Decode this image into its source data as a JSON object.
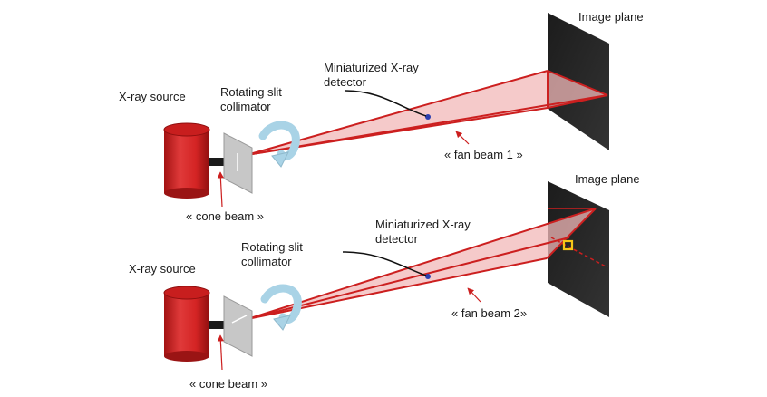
{
  "panel_top": {
    "image_plane_label": "Image plane",
    "detector_label_line1": "Miniaturized X-ray",
    "detector_label_line2": "detector",
    "source_label": "X-ray source",
    "collimator_label_line1": "Rotating slit",
    "collimator_label_line2": "collimator",
    "fan_beam_label": "« fan beam 1 »",
    "cone_beam_label": "« cone beam »"
  },
  "panel_bottom": {
    "image_plane_label": "Image plane",
    "detector_label_line1": "Miniaturized X-ray",
    "detector_label_line2": "detector",
    "source_label": "X-ray source",
    "collimator_label_line1": "Rotating slit",
    "collimator_label_line2": "collimator",
    "fan_beam_label": "« fan beam 2»",
    "cone_beam_label": "« cone beam »"
  },
  "colors": {
    "beam_stroke": "#cc1f1f",
    "beam_fill": "#f2b8b8",
    "source_red": "#d42424",
    "plane_dark": "#262626",
    "arrow_blue": "#a9d3e6",
    "spot_yellow": "#f5c518"
  }
}
